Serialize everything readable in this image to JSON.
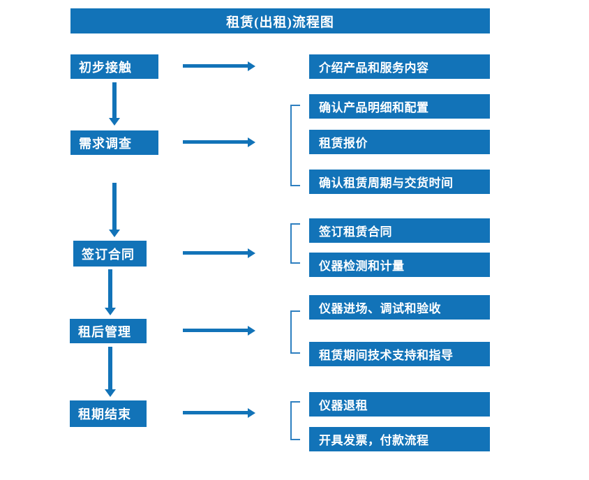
{
  "diagram": {
    "title": "租赁(出租)流程图",
    "colors": {
      "box_fill": "#1273B8",
      "box_text": "#FFFFFF",
      "arrow": "#1273B8",
      "bracket": "#2E7FC0",
      "background": "#FFFFFF"
    },
    "stages": [
      {
        "label": "初步接触"
      },
      {
        "label": "需求调查"
      },
      {
        "label": "签订合同"
      },
      {
        "label": "租后管理"
      },
      {
        "label": "租期结束"
      }
    ],
    "details": [
      {
        "label": "介绍产品和服务内容"
      },
      {
        "label": "确认产品明细和配置"
      },
      {
        "label": "租赁报价"
      },
      {
        "label": "确认租赁周期与交货时间"
      },
      {
        "label": "签订租赁合同"
      },
      {
        "label": "仪器检测和计量"
      },
      {
        "label": "仪器进场、调试和验收"
      },
      {
        "label": "租赁期间技术支持和指导"
      },
      {
        "label": "仪器退租"
      },
      {
        "label": "开具发票，付款流程"
      }
    ],
    "connectors": {
      "horizontal_arrow_count": 5,
      "vertical_arrow_count": 4,
      "bracket_count": 4
    }
  }
}
